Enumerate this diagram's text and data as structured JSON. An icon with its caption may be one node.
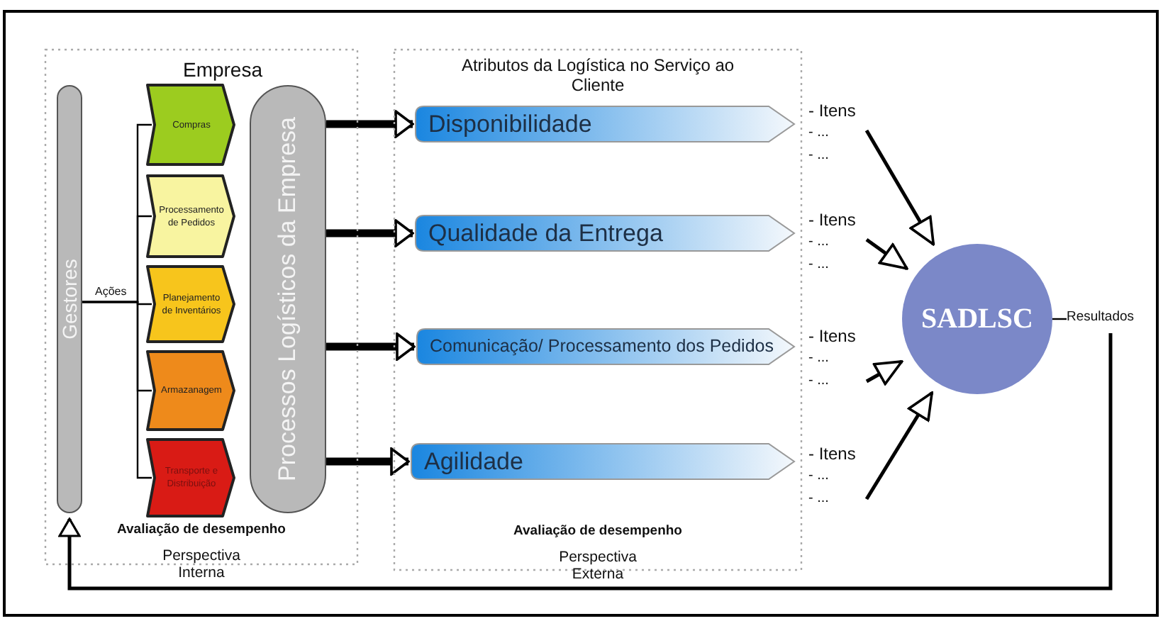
{
  "diagram": {
    "nodes": [
      {
        "text": [
          "Empresa",
          "Avaliação de desempenho",
          "Perspectiva Interna"
        ]
      },
      {
        "text": [
          "Gestores"
        ],
        "in": 0
      },
      {
        "text": [
          "Compras"
        ],
        "in": 0
      },
      {
        "text": [
          "Processamento de Pedidos"
        ],
        "in": 0
      },
      {
        "text": [
          "Planejamento de Inventários"
        ],
        "in": 0
      },
      {
        "text": [
          "Armazanagem"
        ],
        "in": 0
      },
      {
        "text": [
          "Transporte e Distribuição"
        ],
        "in": 0
      },
      {
        "text": [
          "Processos Logísticos da Empresa"
        ],
        "in": 0
      },
      {
        "text": [
          "Atributos da  Logística no Serviço ao Cliente",
          "Avaliação de desempenho",
          "Perspectiva Externa"
        ]
      },
      {
        "text": [
          "Disponibilidade"
        ],
        "in": 8
      },
      {
        "text": [
          "Qualidade da Entrega"
        ],
        "in": 8
      },
      {
        "text": [
          "Comunicação/ Processamento dos Pedidos"
        ],
        "in": 8
      },
      {
        "text": [
          "Agilidade"
        ],
        "in": 8
      },
      {
        "text": [
          "- Itens",
          "- ...",
          "- ..."
        ]
      },
      {
        "text": [
          "- Itens",
          "- ...",
          "- ..."
        ]
      },
      {
        "text": [
          "- Itens",
          "- ...",
          "- ..."
        ]
      },
      {
        "text": [
          "- Itens",
          "- ...",
          "- ..."
        ]
      },
      {
        "text": [
          "SADLSC"
        ]
      },
      {
        "text": [
          "Resultados"
        ]
      }
    ],
    "edges": [
      {
        "from": 1,
        "to": 2,
        "arrow": "none"
      },
      {
        "from": 1,
        "to": 3,
        "arrow": "none"
      },
      {
        "from": 1,
        "to": 4,
        "arrow": "none",
        "label": "Ações"
      },
      {
        "from": 1,
        "to": 5,
        "arrow": "none"
      },
      {
        "from": 1,
        "to": 6,
        "arrow": "none"
      },
      {
        "from": 7,
        "to": 9,
        "arrow": "to",
        "style": "thick"
      },
      {
        "from": 7,
        "to": 10,
        "arrow": "to",
        "style": "thick"
      },
      {
        "from": 7,
        "to": 11,
        "arrow": "to",
        "style": "thick"
      },
      {
        "from": 7,
        "to": 12,
        "arrow": "to",
        "style": "thick"
      },
      {
        "from": 13,
        "to": 17,
        "arrow": "to"
      },
      {
        "from": 14,
        "to": 17,
        "arrow": "to"
      },
      {
        "from": 15,
        "to": 17,
        "arrow": "to"
      },
      {
        "from": 16,
        "to": 17,
        "arrow": "to"
      },
      {
        "from": 17,
        "to": 18,
        "arrow": "none"
      },
      {
        "from": 18,
        "to": 1,
        "arrow": "to"
      }
    ]
  }
}
